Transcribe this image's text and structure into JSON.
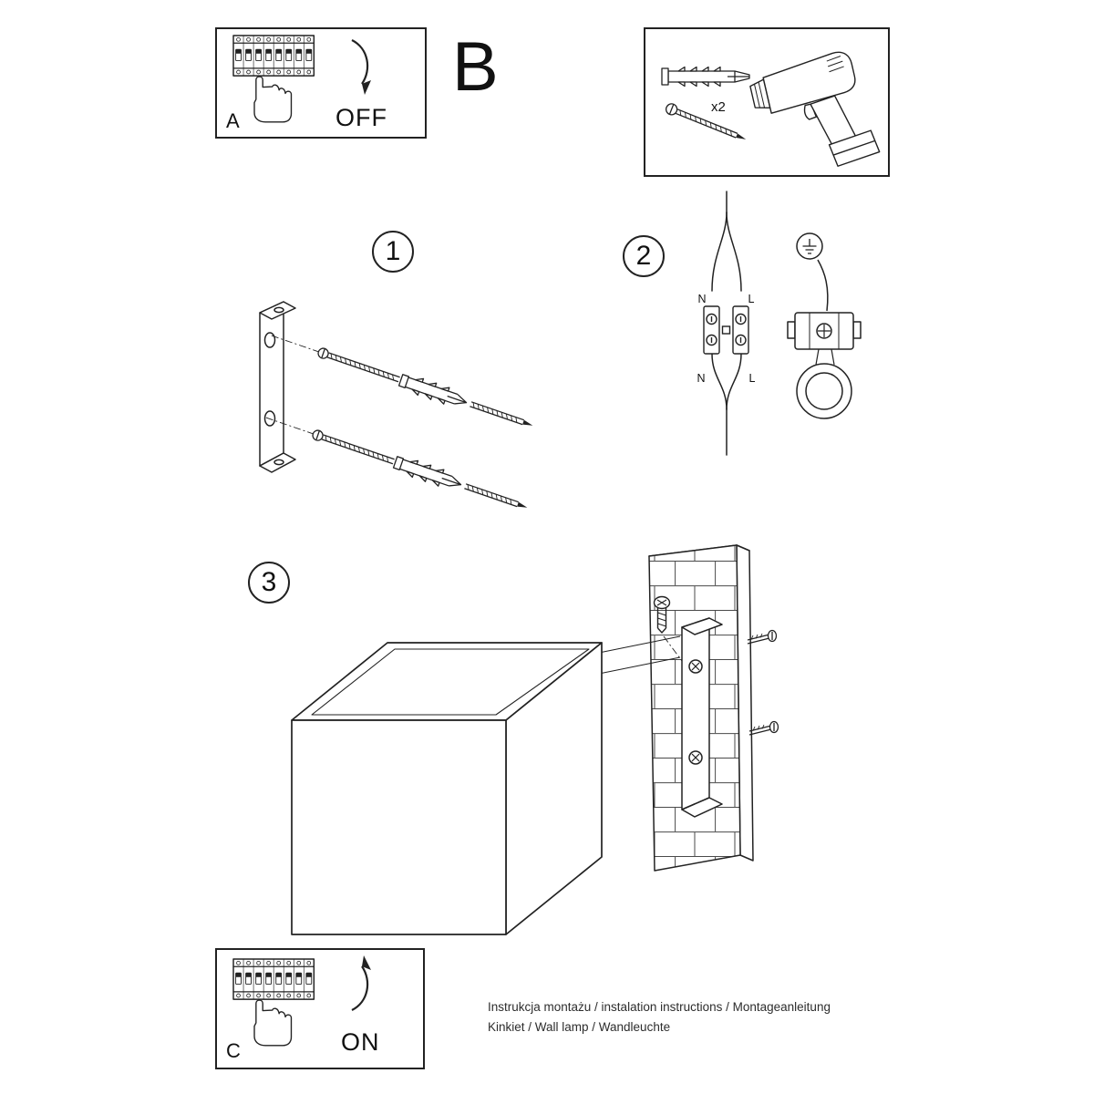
{
  "document": {
    "type": "installation-instruction-sheet",
    "ink_color": "#222222",
    "background": "#ffffff"
  },
  "power_off_panel": {
    "label": "A",
    "switch_action": "OFF"
  },
  "section_label": "B",
  "parts_panel": {
    "anchor_quantity": "x2"
  },
  "steps": {
    "step1": {
      "number": "1"
    },
    "step2": {
      "number": "2",
      "wire_labels": {
        "top_left": "N",
        "top_right": "L",
        "bottom_left": "N",
        "bottom_right": "L"
      }
    },
    "step3": {
      "number": "3"
    }
  },
  "power_on_panel": {
    "label": "C",
    "switch_action": "ON"
  },
  "footer": {
    "line1": "Instrukcja montażu / instalation instructions / Montageanleitung",
    "line2": "Kinkiet / Wall lamp / Wandleuchte"
  }
}
